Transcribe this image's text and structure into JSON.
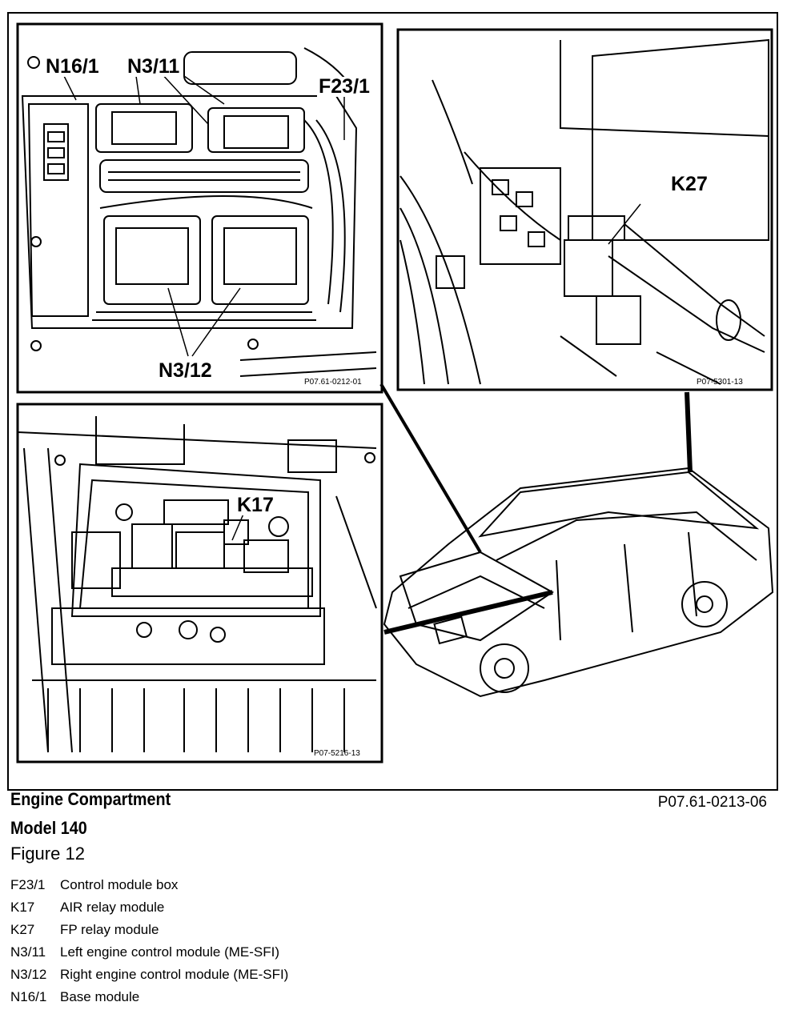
{
  "callouts": {
    "n16_1": "N16/1",
    "n3_11": "N3/11",
    "f23_1": "F23/1",
    "n3_12": "N3/12",
    "k27": "K27",
    "k17": "K17"
  },
  "panel_part_numbers": {
    "top_left": "P07.61-0212-01",
    "top_right": "P07-5301-13",
    "bottom_left": "P07-5216-13"
  },
  "caption": {
    "title": "Engine Compartment",
    "model": "Model 140",
    "figure": "Figure 12",
    "part_number": "P07.61-0213-06"
  },
  "legend": [
    {
      "code": "F23/1",
      "desc": "Control module box"
    },
    {
      "code": "K17",
      "desc": "AIR relay module"
    },
    {
      "code": "K27",
      "desc": "FP relay module"
    },
    {
      "code": "N3/11",
      "desc": "Left engine control module (ME-SFI)"
    },
    {
      "code": "N3/12",
      "desc": "Right engine control module (ME-SFI)"
    },
    {
      "code": "N16/1",
      "desc": "Base module"
    }
  ]
}
